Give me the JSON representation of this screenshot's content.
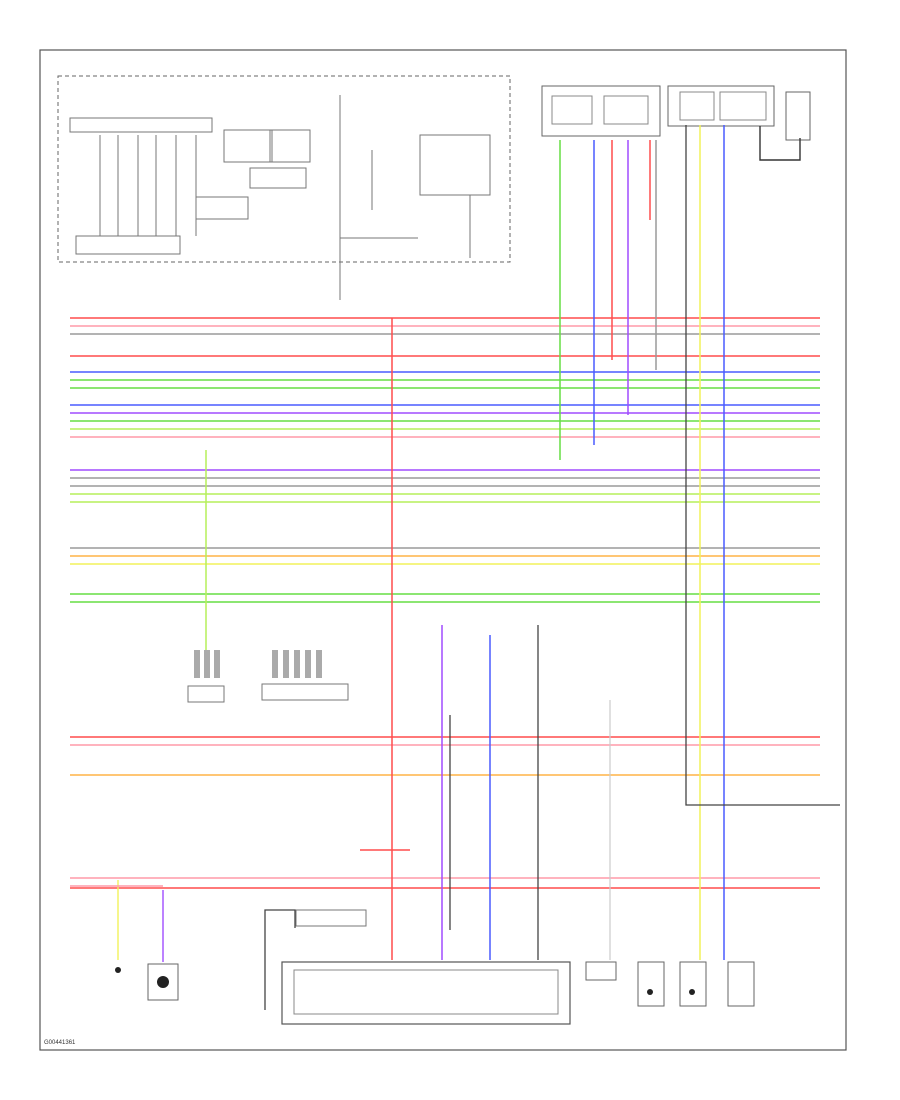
{
  "diagram_id": "G00441361",
  "colors": {
    "red": "#ff4d4d",
    "pink": "#ff9aa8",
    "green": "#66dd44",
    "lime": "#b5ef5a",
    "blue": "#4a5cff",
    "violet": "#a04cff",
    "orange": "#ffb347",
    "yellow": "#f2f25a",
    "gray": "#9a9a9a",
    "dark": "#444444",
    "frame": "#555555"
  },
  "wire_rows": [
    {
      "color": "red"
    },
    {
      "color": "pink"
    },
    {
      "color": "gray"
    },
    {
      "color": "red"
    },
    {
      "color": "blue"
    },
    {
      "color": "green"
    },
    {
      "color": "green"
    },
    {
      "color": "blue"
    },
    {
      "color": "violet"
    },
    {
      "color": "green"
    },
    {
      "color": "lime"
    },
    {
      "color": "pink"
    },
    {
      "color": "violet"
    },
    {
      "color": "gray"
    },
    {
      "color": "gray"
    },
    {
      "color": "lime"
    },
    {
      "color": "lime"
    },
    {
      "color": "gray"
    },
    {
      "color": "orange"
    },
    {
      "color": "yellow"
    },
    {
      "color": "green"
    },
    {
      "color": "green"
    },
    {
      "color": "red"
    },
    {
      "color": "pink"
    },
    {
      "color": "orange"
    },
    {
      "color": "pink"
    },
    {
      "color": "red"
    }
  ],
  "vertical_wires": [
    {
      "color": "green"
    },
    {
      "color": "blue"
    },
    {
      "color": "red"
    },
    {
      "color": "violet"
    },
    {
      "color": "red"
    },
    {
      "color": "gray"
    },
    {
      "color": "yellow"
    },
    {
      "color": "blue"
    },
    {
      "color": "red"
    },
    {
      "color": "blue"
    },
    {
      "color": "lime"
    },
    {
      "color": "violet"
    }
  ]
}
